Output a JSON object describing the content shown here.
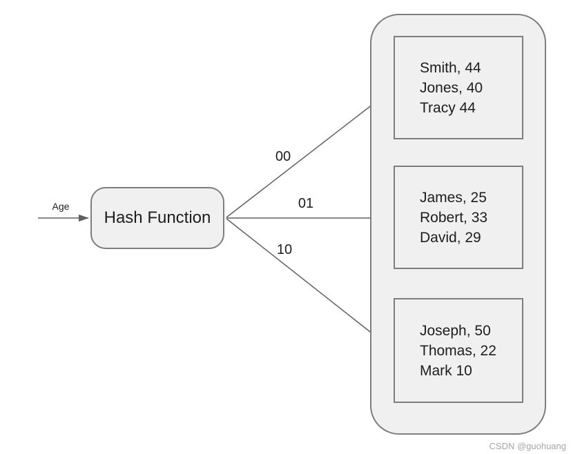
{
  "diagram": {
    "input_label": "Age",
    "hash_box_label": "Hash Function",
    "arrows": [
      {
        "label": "00"
      },
      {
        "label": "01"
      },
      {
        "label": "10"
      }
    ],
    "buckets": [
      {
        "lines": [
          "Smith, 44",
          "Jones, 40",
          "Tracy 44"
        ]
      },
      {
        "lines": [
          "James, 25",
          "Robert, 33",
          "David, 29"
        ]
      },
      {
        "lines": [
          "Joseph, 50",
          "Thomas, 22",
          "Mark 10"
        ]
      }
    ],
    "watermark": "CSDN @guohuang",
    "colors": {
      "box_fill": "#f0f0f0",
      "box_border": "#7d7d7d",
      "arrow": "#5f5f5f",
      "text": "#1d1d1d",
      "watermark": "#a6a6a6"
    }
  }
}
